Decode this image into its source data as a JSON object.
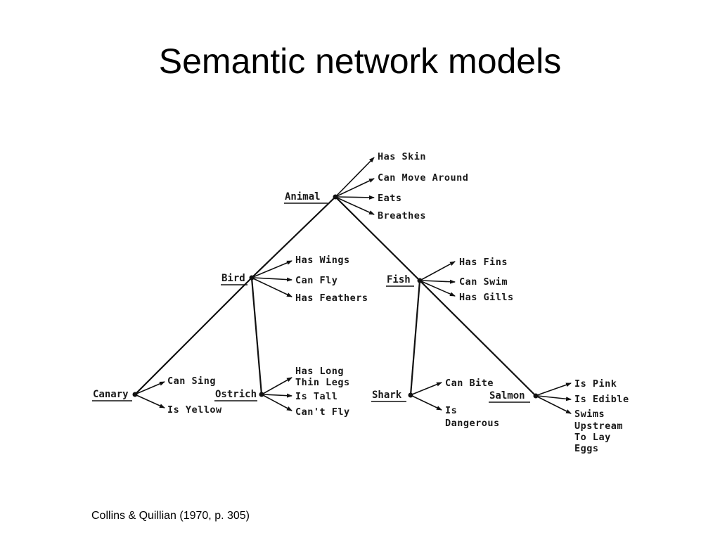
{
  "title": "Semantic network models",
  "citation": "Collins & Quillian (1970, p. 305)",
  "nodes": {
    "animal": "Animal",
    "bird": "Bird",
    "fish": "Fish",
    "canary": "Canary",
    "ostrich": "Ostrich",
    "shark": "Shark",
    "salmon": "Salmon"
  },
  "properties": {
    "animal": [
      "Has Skin",
      "Can Move Around",
      "Eats",
      "Breathes"
    ],
    "bird": [
      "Has Wings",
      "Can Fly",
      "Has Feathers"
    ],
    "fish": [
      "Has Fins",
      "Can Swim",
      "Has Gills"
    ],
    "canary": [
      "Can Sing",
      "Is Yellow"
    ],
    "ostrich": [
      "Has Long",
      "Thin Legs",
      "Is Tall",
      "Can't Fly"
    ],
    "shark": [
      "Can Bite",
      "Is",
      "Dangerous"
    ],
    "salmon": [
      "Is Pink",
      "Is Edible",
      "Swims",
      "Upstream",
      "To Lay",
      "Eggs"
    ]
  }
}
